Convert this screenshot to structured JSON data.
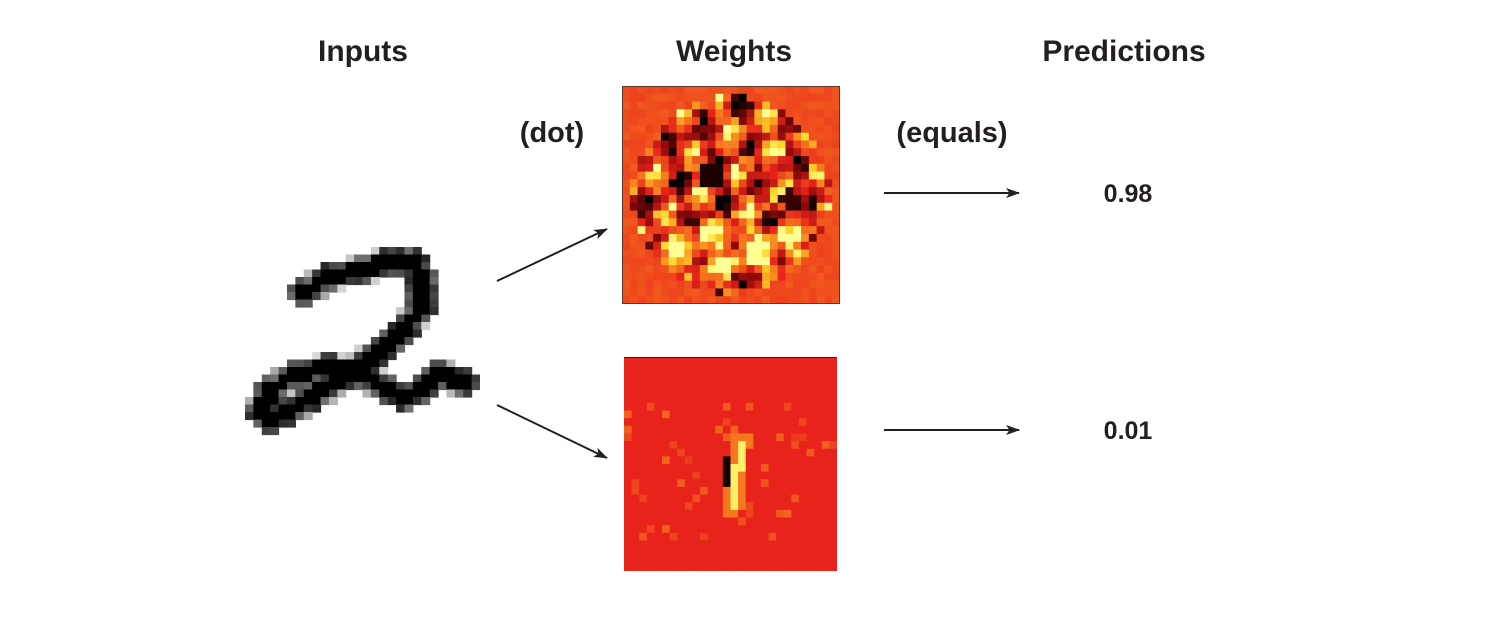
{
  "headers": {
    "inputs": "Inputs",
    "weights": "Weights",
    "predictions": "Predictions"
  },
  "operators": {
    "dot": "(dot)",
    "equals": "(equals)"
  },
  "predictions": [
    "0.98",
    "0.01"
  ],
  "colors": {
    "text": "#231f20",
    "arrow": "#231f20",
    "input_ink": "#000000",
    "heatmap_low": "#000000",
    "heatmap_mid": "#e8231c",
    "heatmap_high": "#ffff80"
  }
}
